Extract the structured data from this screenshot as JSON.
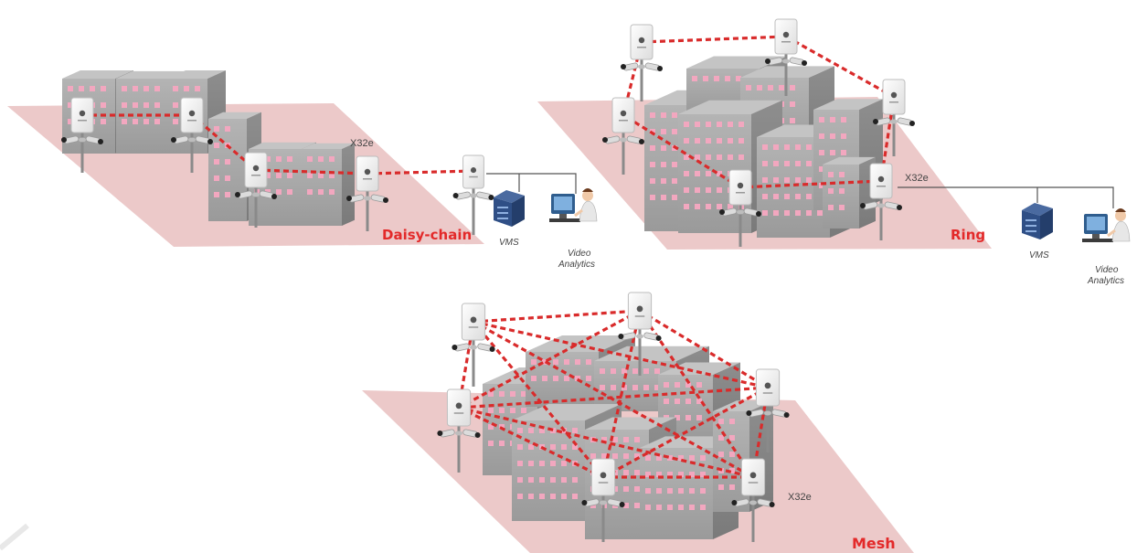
{
  "diagrams": {
    "daisy_chain": {
      "title": "Daisy-chain",
      "model": "X32e",
      "vms_label": "VMS",
      "analytics_label": [
        "Video",
        "Analytics"
      ]
    },
    "ring": {
      "title": "Ring",
      "model": "X32e",
      "vms_label": "VMS",
      "analytics_label": [
        "Video",
        "Analytics"
      ]
    },
    "mesh": {
      "title": "Mesh",
      "model": "X32e"
    }
  },
  "colors": {
    "link": "#d92b2b",
    "ground": "#ecc9c9",
    "building": "#a9a9a9",
    "window": "#f2a7bf",
    "label": "#e32a2a"
  },
  "icons": [
    "radio-unit-icon",
    "camera-icon",
    "server-icon",
    "operator-icon"
  ]
}
